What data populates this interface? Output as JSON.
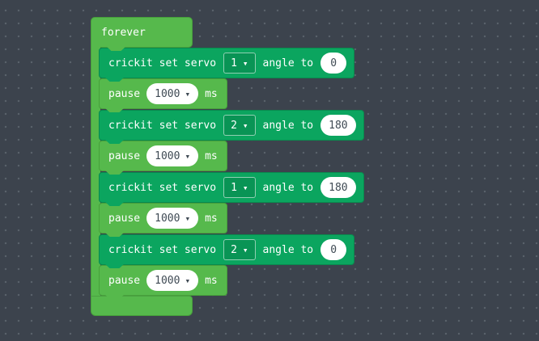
{
  "workspace": {
    "background_color": "#3c434d",
    "dot_color": "#5a626b"
  },
  "colors": {
    "loops_green": "#56b94c",
    "loops_green_border": "#47a03b",
    "crickit_teal": "#0ba55f",
    "crickit_teal_border": "#098a4e",
    "field_text": "#3f4a54"
  },
  "icons": {
    "dropdown_arrow": "▾"
  },
  "forever_block": {
    "label": "forever"
  },
  "blocks": [
    {
      "type": "crickit",
      "prefix": "crickit set servo",
      "servo": "1",
      "mid": "angle to",
      "angle": "0"
    },
    {
      "type": "pause",
      "prefix": "pause",
      "duration": "1000",
      "suffix": "ms"
    },
    {
      "type": "crickit",
      "prefix": "crickit set servo",
      "servo": "2",
      "mid": "angle to",
      "angle": "180"
    },
    {
      "type": "pause",
      "prefix": "pause",
      "duration": "1000",
      "suffix": "ms"
    },
    {
      "type": "crickit",
      "prefix": "crickit set servo",
      "servo": "1",
      "mid": "angle to",
      "angle": "180"
    },
    {
      "type": "pause",
      "prefix": "pause",
      "duration": "1000",
      "suffix": "ms"
    },
    {
      "type": "crickit",
      "prefix": "crickit set servo",
      "servo": "2",
      "mid": "angle to",
      "angle": "0"
    },
    {
      "type": "pause",
      "prefix": "pause",
      "duration": "1000",
      "suffix": "ms"
    }
  ]
}
